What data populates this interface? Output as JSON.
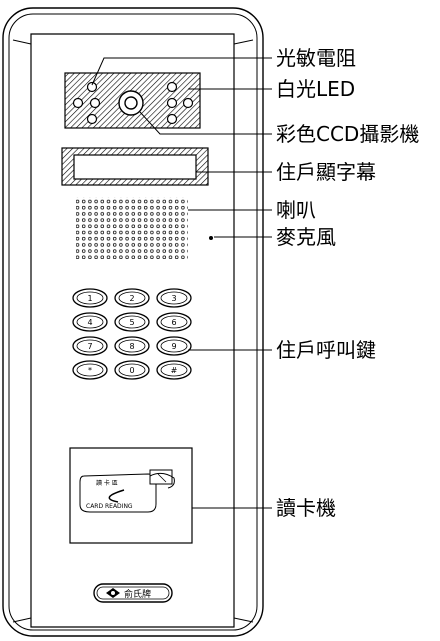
{
  "labels": {
    "photo_sensor": "光敏電阻",
    "white_led": "白光LED",
    "camera": "彩色CCD攝影機",
    "resident_display": "住戶顯字幕",
    "speaker": "喇叭",
    "microphone": "麥克風",
    "call_keys": "住戶呼叫鍵",
    "card_reader": "讀卡機"
  },
  "keypad": {
    "keys": [
      "1",
      "2",
      "3",
      "4",
      "5",
      "6",
      "7",
      "8",
      "9",
      "*",
      "0",
      "#"
    ]
  },
  "card_area": {
    "label": "讀 卡 區",
    "caption": "CARD READING"
  },
  "brand": {
    "name": "俞氏牌"
  }
}
